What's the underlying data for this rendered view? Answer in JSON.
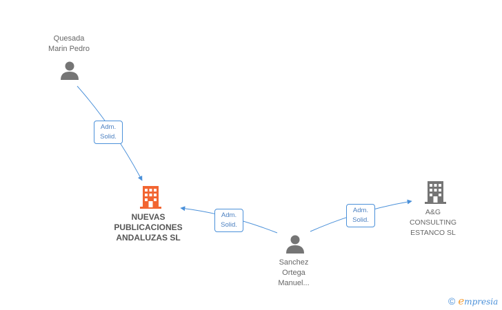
{
  "nodes": {
    "quesada": {
      "line1": "Quesada",
      "line2": "Marin Pedro"
    },
    "nuevas": {
      "line1": "NUEVAS",
      "line2": "PUBLICACIONES",
      "line3": "ANDALUZAS SL"
    },
    "sanchez": {
      "line1": "Sanchez",
      "line2": "Ortega",
      "line3": "Manuel..."
    },
    "ag": {
      "line1": "A&G",
      "line2": "CONSULTING",
      "line3": "ESTANCO SL"
    }
  },
  "relations": {
    "rel1": {
      "line1": "Adm.",
      "line2": "Solid."
    },
    "rel2": {
      "line1": "Adm.",
      "line2": "Solid."
    },
    "rel3": {
      "line1": "Adm.",
      "line2": "Solid."
    }
  },
  "colors": {
    "edge": "#4a90d9",
    "person": "#757575",
    "main_company": "#f26531",
    "company": "#757575"
  },
  "icons": {
    "person": "person-icon",
    "building": "building-icon"
  },
  "watermark": {
    "copyright": "©",
    "brand_first": "e",
    "brand_rest": "mpresia"
  }
}
